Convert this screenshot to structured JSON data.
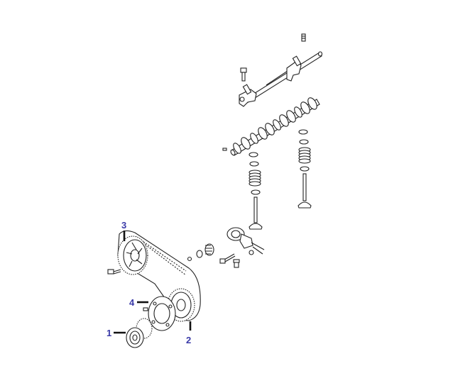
{
  "callouts": [
    {
      "id": "1",
      "label": "1"
    },
    {
      "id": "2",
      "label": "2"
    },
    {
      "id": "3",
      "label": "3"
    },
    {
      "id": "4",
      "label": "4"
    }
  ],
  "colors": {
    "callout": "#3a3aa8",
    "line": "#222222",
    "background": "#ffffff"
  }
}
